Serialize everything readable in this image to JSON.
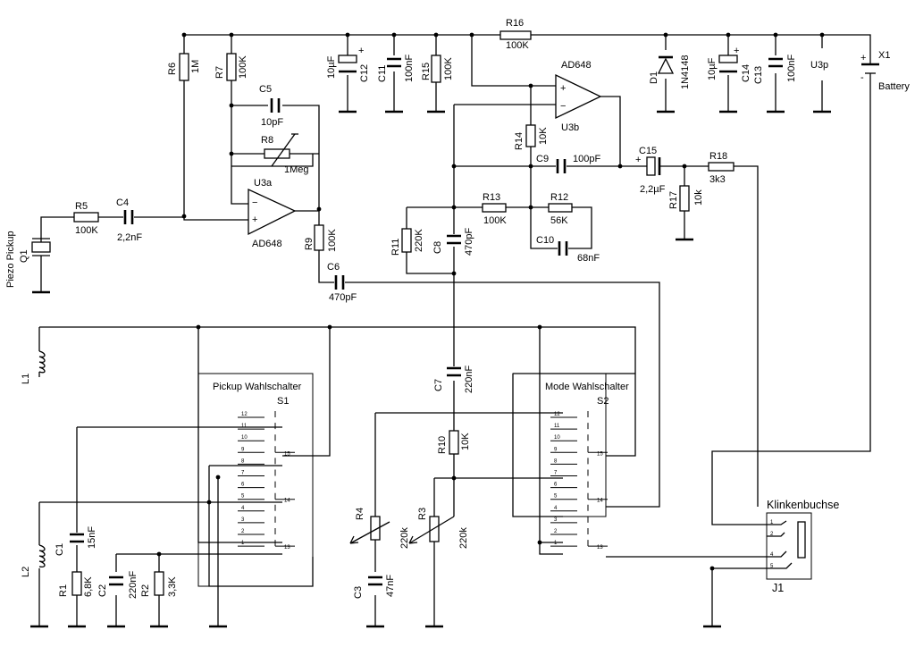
{
  "labels": {
    "r16": {
      "ref": "R16",
      "val": "100K"
    },
    "r6": {
      "ref": "R6",
      "val": "1M"
    },
    "r7": {
      "ref": "R7",
      "val": "100K"
    },
    "c12": {
      "ref": "C12",
      "val": "10µF"
    },
    "c11": {
      "ref": "C11",
      "val": "100nF"
    },
    "r15": {
      "ref": "R15",
      "val": "100K"
    },
    "d1": {
      "ref": "D1",
      "val": "1N4148"
    },
    "c14": {
      "ref": "C14",
      "val": "10µF"
    },
    "c13": {
      "ref": "C13",
      "val": "100nF"
    },
    "u3p": {
      "ref": "U3p"
    },
    "x1": {
      "ref": "X1",
      "val": "Battery"
    },
    "c5": {
      "ref": "C5",
      "val": "10pF"
    },
    "r8": {
      "ref": "R8",
      "val": "1Meg"
    },
    "u3a": {
      "ref": "U3a",
      "val": "AD648"
    },
    "u3b": {
      "ref": "U3b",
      "val": "AD648"
    },
    "r14": {
      "ref": "R14",
      "val": "10K"
    },
    "c9": {
      "ref": "C9",
      "val": "100pF"
    },
    "c15": {
      "ref": "C15",
      "val": "2,2µF"
    },
    "r18": {
      "ref": "R18",
      "val": "3k3"
    },
    "r17": {
      "ref": "R17",
      "val": "10k"
    },
    "r5": {
      "ref": "R5",
      "val": "100K"
    },
    "c4": {
      "ref": "C4",
      "val": "2,2nF"
    },
    "q1": {
      "ref": "Q1",
      "val": "Piezo Pickup"
    },
    "r9": {
      "ref": "R9",
      "val": "100K"
    },
    "c6": {
      "ref": "C6",
      "val": "470pF"
    },
    "r11": {
      "ref": "R11",
      "val": "220K"
    },
    "c8": {
      "ref": "C8",
      "val": "470pF"
    },
    "r13": {
      "ref": "R13",
      "val": "100K"
    },
    "r12": {
      "ref": "R12",
      "val": "56K"
    },
    "c10": {
      "ref": "C10",
      "val": "68nF"
    },
    "l1": {
      "ref": "L1"
    },
    "l2": {
      "ref": "L2"
    },
    "s1": {
      "ref": "S1",
      "title": "Pickup Wahlschalter"
    },
    "s2": {
      "ref": "S2",
      "title": "Mode Wahlschalter"
    },
    "c7": {
      "ref": "C7",
      "val": "220nF"
    },
    "r10": {
      "ref": "R10",
      "val": "10K"
    },
    "c1": {
      "ref": "C1",
      "val": "15nF"
    },
    "r1": {
      "ref": "R1",
      "val": "6,8K"
    },
    "c2": {
      "ref": "C2",
      "val": "220nF"
    },
    "r2": {
      "ref": "R2",
      "val": "3,3K"
    },
    "r4": {
      "ref": "R4",
      "val": "220k"
    },
    "r3": {
      "ref": "R3",
      "val": "220k"
    },
    "c3": {
      "ref": "C3",
      "val": "47nF"
    },
    "j1": {
      "ref": "J1",
      "title": "Klinkenbuchse"
    }
  },
  "switch_pins": [
    "12",
    "11",
    "10",
    "9",
    "8",
    "7",
    "6",
    "5",
    "4",
    "3",
    "2",
    "1"
  ],
  "switch_commons": [
    "15",
    "14",
    "13"
  ]
}
